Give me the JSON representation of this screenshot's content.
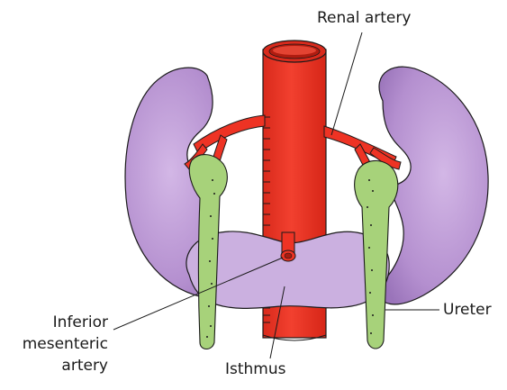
{
  "labels": {
    "renal_artery": "Renal artery",
    "ureter": "Ureter",
    "isthmus": "Isthmus",
    "inferior_mesenteric_line1": "Inferior",
    "inferior_mesenteric_line2": "mesenteric",
    "inferior_mesenteric_line3": "artery"
  },
  "colors": {
    "kidney_fill": "#b48fcf",
    "kidney_light": "#d6bde6",
    "kidney_dark": "#8e6aad",
    "aorta_fill": "#ee3324",
    "aorta_light": "#ff7a6a",
    "ureter_fill": "#a7d27a",
    "outline": "#1a1a1a"
  }
}
